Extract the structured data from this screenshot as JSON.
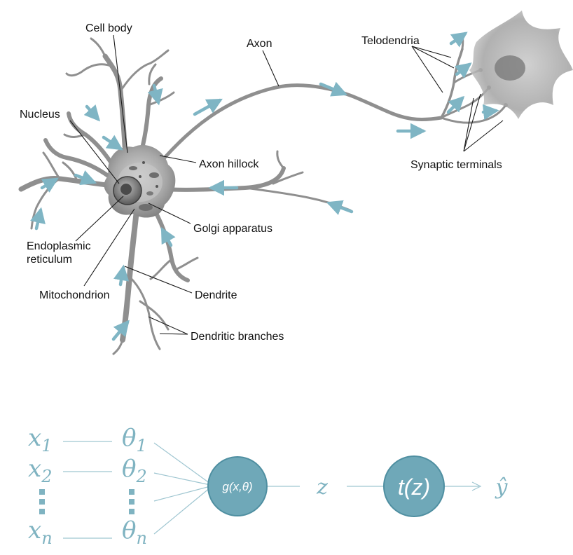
{
  "labels": {
    "cell_body": "Cell body",
    "axon": "Axon",
    "telodendria": "Telodendria",
    "nucleus": "Nucleus",
    "axon_hillock": "Axon hillock",
    "synaptic_terminals": "Synaptic terminals",
    "golgi_apparatus": "Golgi apparatus",
    "endoplasmic_reticulum_line1": "Endoplasmic",
    "endoplasmic_reticulum_line2": "reticulum",
    "mitochondrion": "Mitochondrion",
    "dendrite": "Dendrite",
    "dendritic_branches": "Dendritic branches"
  },
  "model": {
    "inputs": [
      {
        "base": "x",
        "sub": "1"
      },
      {
        "base": "x",
        "sub": "2"
      },
      {
        "base": "x",
        "sub": "n"
      }
    ],
    "weights": [
      {
        "base": "θ",
        "sub": "1"
      },
      {
        "base": "θ",
        "sub": "2"
      },
      {
        "base": "θ",
        "sub": "n"
      }
    ],
    "aggregator": "g(x,θ)",
    "intermediate": "z",
    "activation": "t(z)",
    "output": "ŷ"
  },
  "colors": {
    "accent": "#7fb3c1",
    "node_fill": "#6fa8b8",
    "node_stroke": "#4f8fa1",
    "neuron_gray": "#9a9a9a",
    "arrow": "#7fb5c4"
  }
}
